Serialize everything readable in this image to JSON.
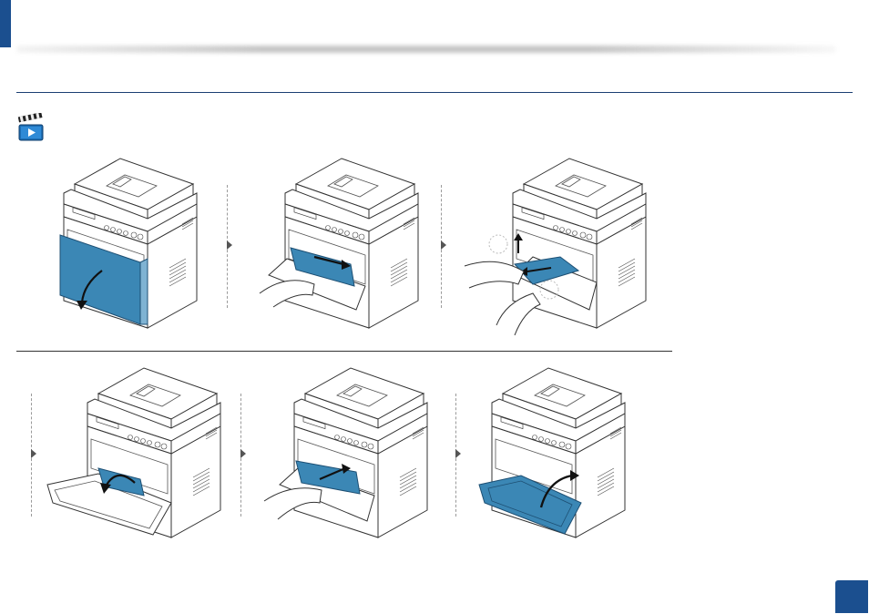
{
  "page": {
    "page_number": "",
    "accent_color": "#1b4f8f",
    "highlight_color": "#3b87b5"
  },
  "video_icon": {
    "icon": "video-clapperboard-icon"
  },
  "steps": [
    {
      "name": "step-1",
      "action": "open-tray"
    },
    {
      "name": "step-2",
      "action": "remove-toner-cartridge"
    },
    {
      "name": "step-3",
      "action": "remove-jammed-paper"
    },
    {
      "name": "step-4",
      "action": "open-front-cover"
    },
    {
      "name": "step-5",
      "action": "reinsert-toner-cartridge"
    },
    {
      "name": "step-6",
      "action": "close-front-cover"
    }
  ]
}
